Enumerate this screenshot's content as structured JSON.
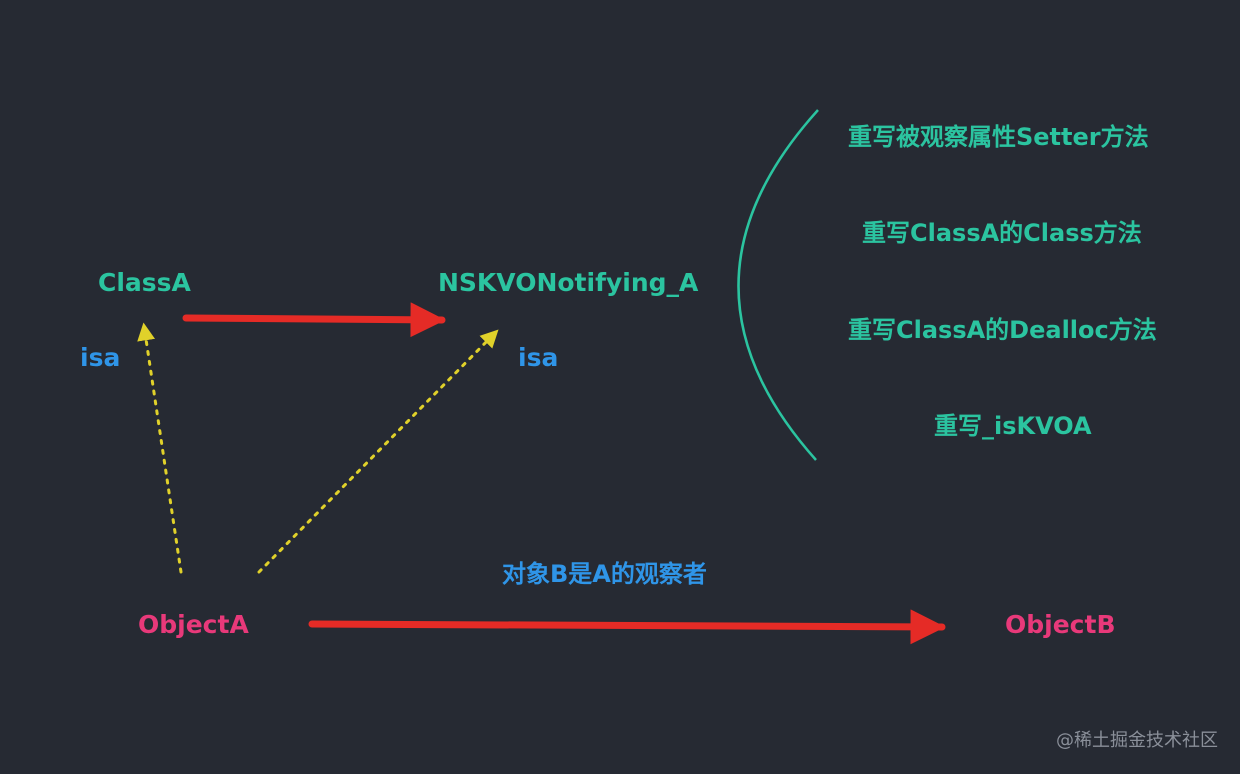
{
  "nodes": {
    "class_a": "ClassA",
    "nskvo_class": "NSKVONotifying_A",
    "object_a": "ObjectA",
    "object_b": "ObjectB"
  },
  "edges": {
    "isa_left": "isa",
    "isa_right": "isa",
    "observer_label": "对象B是A的观察者"
  },
  "overrides": [
    "重写被观察属性Setter方法",
    "重写ClassA的Class方法",
    "重写ClassA的Dealloc方法",
    "重写_isKVOA"
  ],
  "watermark": "@稀土掘金技术社区",
  "colors": {
    "background": "#262a33",
    "teal": "#2bc4a0",
    "blue": "#2f95e8",
    "pink": "#e8397a",
    "red_arrow": "#e52b26",
    "yellow_dotted": "#e0d12a"
  }
}
